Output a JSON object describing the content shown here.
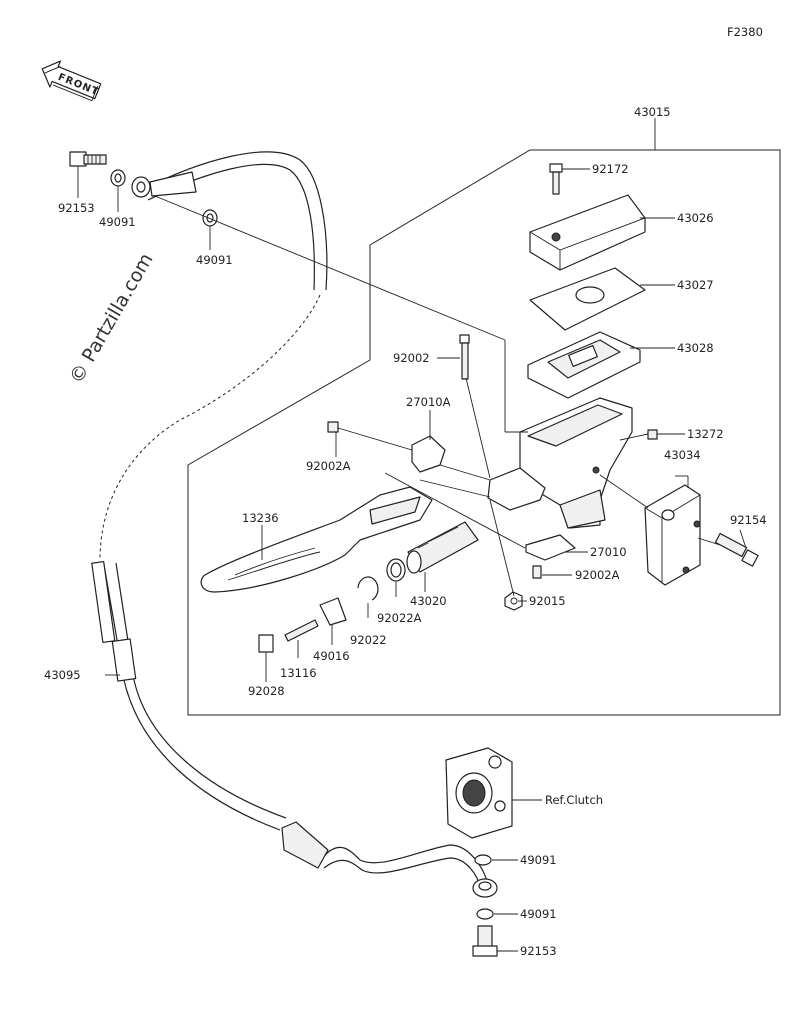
{
  "figure_code": "F2380",
  "front_label": "FRONT",
  "watermark": "© Partzilla.com",
  "callouts": [
    {
      "id": "92172",
      "label": "92172"
    },
    {
      "id": "43026",
      "label": "43026"
    },
    {
      "id": "43027",
      "label": "43027"
    },
    {
      "id": "43028",
      "label": "43028"
    },
    {
      "id": "13272",
      "label": "13272"
    },
    {
      "id": "43034",
      "label": "43034"
    },
    {
      "id": "92154",
      "label": "92154"
    },
    {
      "id": "27010",
      "label": "27010"
    },
    {
      "id": "92002A_r",
      "label": "92002A"
    },
    {
      "id": "92015",
      "label": "92015"
    },
    {
      "id": "43020",
      "label": "43020"
    },
    {
      "id": "92022A",
      "label": "92022A"
    },
    {
      "id": "92022",
      "label": "92022"
    },
    {
      "id": "49016",
      "label": "49016"
    },
    {
      "id": "13116",
      "label": "13116"
    },
    {
      "id": "92028",
      "label": "92028"
    },
    {
      "id": "13236",
      "label": "13236"
    },
    {
      "id": "92002A_l",
      "label": "92002A"
    },
    {
      "id": "27010A",
      "label": "27010A"
    },
    {
      "id": "92002",
      "label": "92002"
    },
    {
      "id": "43015",
      "label": "43015"
    },
    {
      "id": "92153_t",
      "label": "92153"
    },
    {
      "id": "49091_t1",
      "label": "49091"
    },
    {
      "id": "49091_t2",
      "label": "49091"
    },
    {
      "id": "43095",
      "label": "43095"
    },
    {
      "id": "ref_clutch",
      "label": "Ref.Clutch"
    },
    {
      "id": "49091_b1",
      "label": "49091"
    },
    {
      "id": "49091_b2",
      "label": "49091"
    },
    {
      "id": "92153_b",
      "label": "92153"
    }
  ]
}
